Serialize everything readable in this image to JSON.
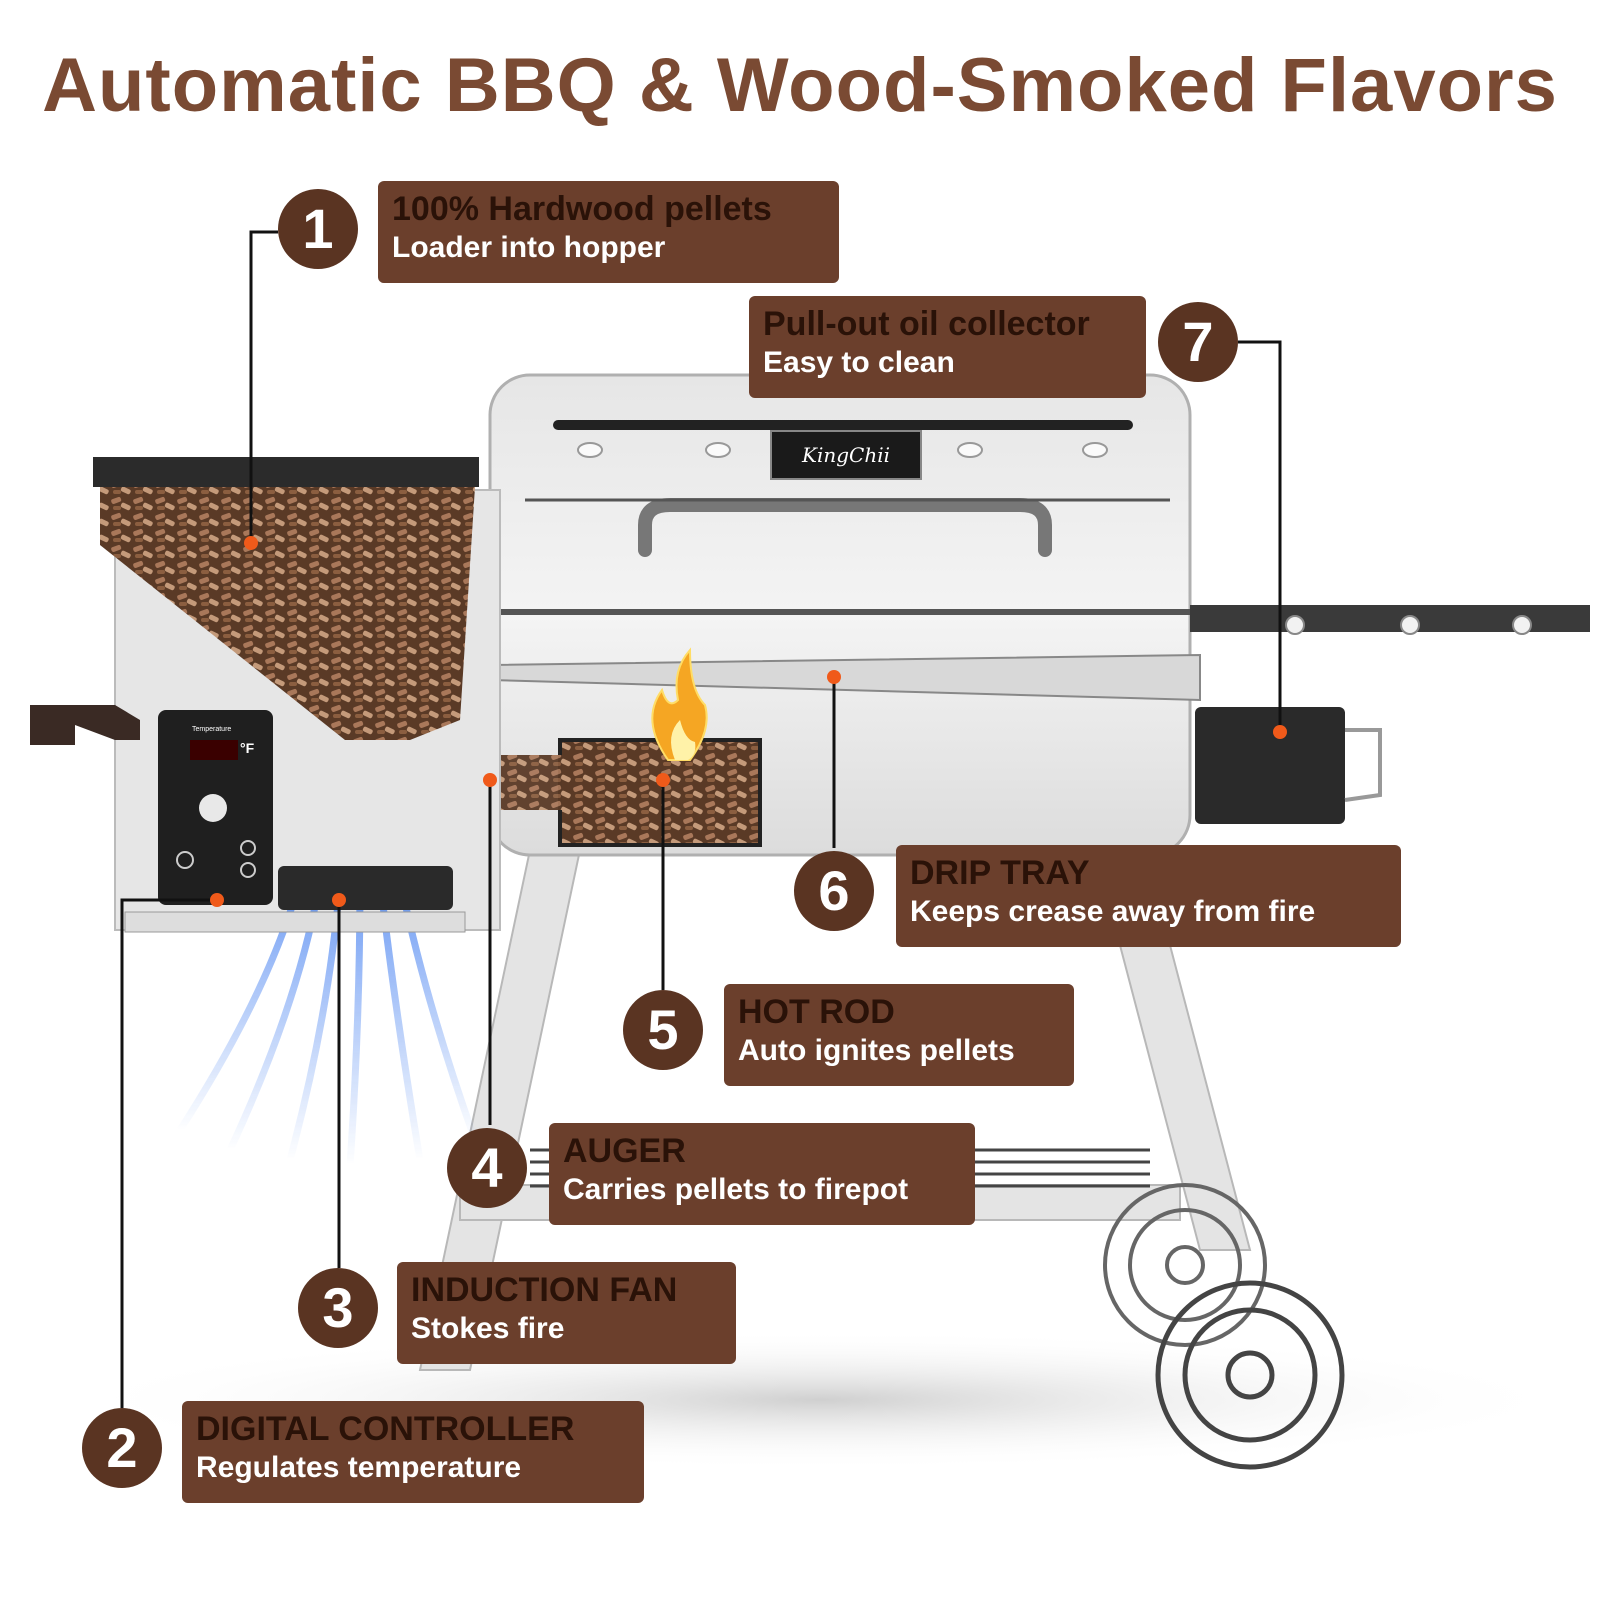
{
  "title": "Automatic BBQ & Wood-Smoked Flavors",
  "brand": "KingChii",
  "controller": {
    "panel_label": "Temperature",
    "unit": "°F"
  },
  "callouts": [
    {
      "number": "1",
      "line1": "100% Hardwood  pellets",
      "line2": "Loader into hopper"
    },
    {
      "number": "2",
      "line1": "DIGITAL CONTROLLER",
      "line2": "Regulates temperature"
    },
    {
      "number": "3",
      "line1": "INDUCTION FAN",
      "line2": "Stokes fire"
    },
    {
      "number": "4",
      "line1": "AUGER",
      "line2": "Carries pellets to firepot"
    },
    {
      "number": "5",
      "line1": "HOT ROD",
      "line2": "Auto ignites pellets"
    },
    {
      "number": "6",
      "line1": "DRIP TRAY",
      "line2": "Keeps crease away from fire"
    },
    {
      "number": "7",
      "line1": "Pull-out oil collector",
      "line2": "Easy to clean"
    }
  ],
  "colors": {
    "title": "#7a4a33",
    "callout_box": "#6b3f2c",
    "number_circle": "#5a3422",
    "marker_dot": "#f05a1a"
  }
}
